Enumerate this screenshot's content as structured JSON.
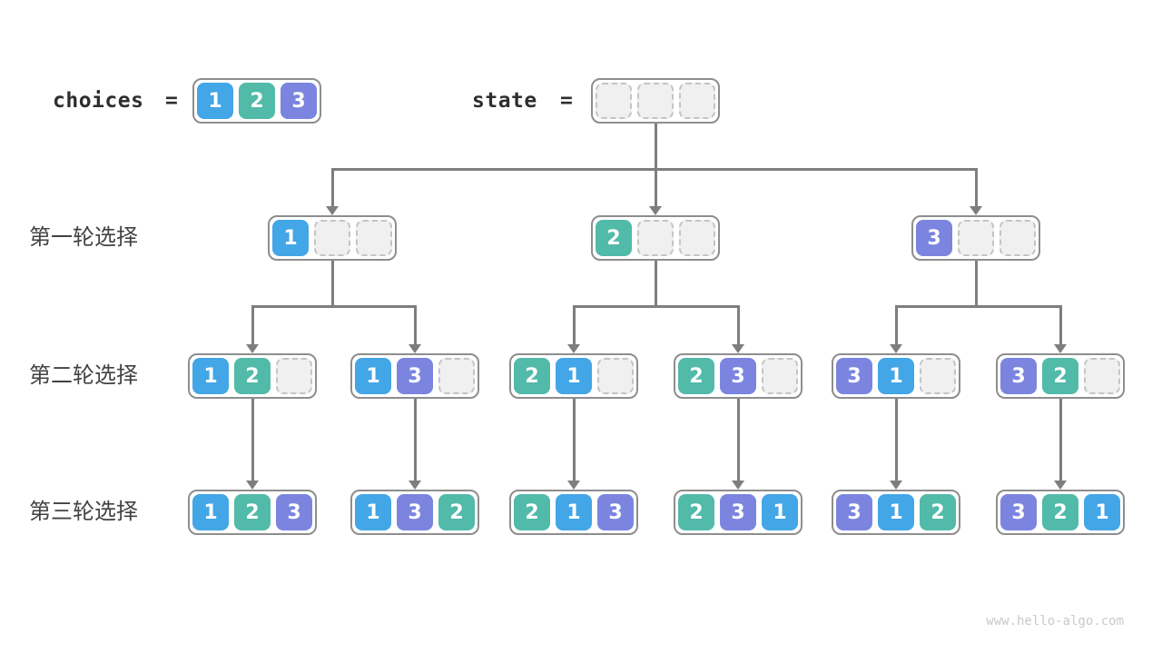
{
  "page": {
    "watermark": "www.hello-algo.com",
    "background": "#FFFFFF"
  },
  "header": {
    "choices": {
      "label": "choices",
      "eq": "=",
      "values": [
        "1",
        "2",
        "3"
      ]
    },
    "state": {
      "label": "state",
      "eq": "=",
      "cells": [
        "",
        "",
        ""
      ]
    }
  },
  "colors": {
    "cells": {
      "1": "#43A6E6",
      "2": "#52BAA8",
      "3": "#7B85E0"
    },
    "empty_fill": "#F0F0F1",
    "empty_border": "#C4C4C4",
    "node_border": "#8E8E8E",
    "arrow": "#7E7E7E",
    "header_text": "#2E2E2E",
    "label_text": "#424242",
    "watermark_text": "#C9C9C9"
  },
  "tree": {
    "rows": [
      {
        "label": "第一轮选择",
        "nodes": [
          [
            "1",
            "",
            ""
          ],
          [
            "2",
            "",
            ""
          ],
          [
            "3",
            "",
            ""
          ]
        ]
      },
      {
        "label": "第二轮选择",
        "nodes": [
          [
            "1",
            "2",
            ""
          ],
          [
            "1",
            "3",
            ""
          ],
          [
            "2",
            "1",
            ""
          ],
          [
            "2",
            "3",
            ""
          ],
          [
            "3",
            "1",
            ""
          ],
          [
            "3",
            "2",
            ""
          ]
        ]
      },
      {
        "label": "第三轮选择",
        "nodes": [
          [
            "1",
            "2",
            "3"
          ],
          [
            "1",
            "3",
            "2"
          ],
          [
            "2",
            "1",
            "3"
          ],
          [
            "2",
            "3",
            "1"
          ],
          [
            "3",
            "1",
            "2"
          ],
          [
            "3",
            "2",
            "1"
          ]
        ]
      }
    ]
  }
}
